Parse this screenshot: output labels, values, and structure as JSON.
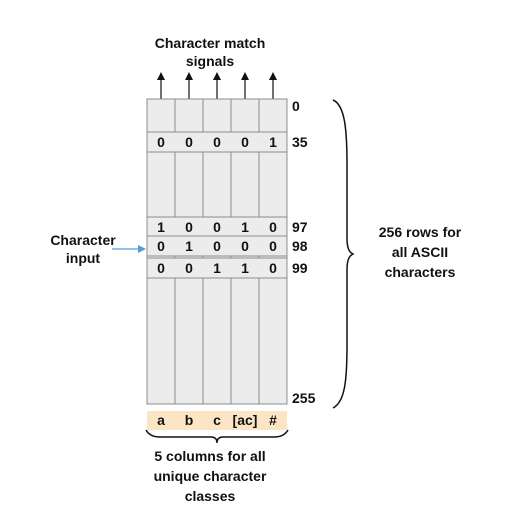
{
  "top_label": "Character match\nsignals",
  "input_label": "Character\ninput",
  "rows_label": "256 rows for\nall ASCII\ncharacters",
  "columns_label": "5 columns for all\nunique character\nclasses",
  "column_classes": [
    "a",
    "b",
    "c",
    "[ac]",
    "#"
  ],
  "row_numbers": [
    "0",
    "35",
    "97",
    "98",
    "99",
    "255"
  ],
  "bit_rows": [
    {
      "row": "35",
      "bits": [
        "0",
        "0",
        "0",
        "0",
        "1"
      ]
    },
    {
      "row": "97",
      "bits": [
        "1",
        "0",
        "0",
        "1",
        "0"
      ]
    },
    {
      "row": "98",
      "bits": [
        "0",
        "1",
        "0",
        "0",
        "0"
      ]
    },
    {
      "row": "99",
      "bits": [
        "0",
        "0",
        "1",
        "1",
        "0"
      ]
    }
  ],
  "colors": {
    "table_fill": "#ececec",
    "table_stroke": "#8c8c8c",
    "class_fill": "#fbe5c4",
    "input_arrow": "#5b9bd5",
    "line": "#111111"
  }
}
